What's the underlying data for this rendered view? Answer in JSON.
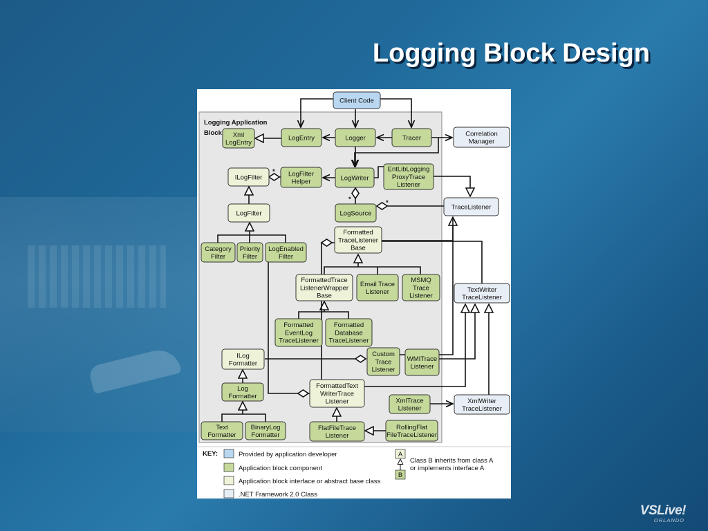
{
  "slide": {
    "title": "Logging Block Design"
  },
  "brand": {
    "logo": "VSLive!",
    "city": "ORLANDO"
  },
  "diagram": {
    "container_label": [
      "Logging Application",
      "Block"
    ],
    "colors": {
      "developer": "#b9d7f0",
      "component": "#c5d99b",
      "interface": "#eef2d8",
      "framework": "#e8eef5",
      "container": "#e7e7e7"
    },
    "nodes": {
      "client_code": [
        "Client Code"
      ],
      "xml_log_entry": [
        "Xml",
        "LogEntry"
      ],
      "log_entry": [
        "LogEntry"
      ],
      "logger": [
        "Logger"
      ],
      "tracer": [
        "Tracer"
      ],
      "correlation_manager": [
        "Correlation",
        "Manager"
      ],
      "ilog_filter": [
        "ILogFilter"
      ],
      "log_filter_helper": [
        "LogFilter",
        "Helper"
      ],
      "log_writer": [
        "LogWriter"
      ],
      "entlib_proxy": [
        "EntLibLogging",
        "ProxyTrace",
        "Listener"
      ],
      "log_filter": [
        "LogFilter"
      ],
      "log_source": [
        "LogSource"
      ],
      "trace_listener": [
        "TraceListener"
      ],
      "category_filter": [
        "Category",
        "Filter"
      ],
      "priority_filter": [
        "Priority",
        "Filter"
      ],
      "log_enabled_filter": [
        "LogEnabled",
        "Filter"
      ],
      "formatted_tl_base": [
        "Formatted",
        "TraceListener",
        "Base"
      ],
      "formatted_wrapper_base": [
        "FormattedTrace",
        "ListenerWrapper",
        "Base"
      ],
      "email_tl": [
        "Email Trace",
        "Listener"
      ],
      "msmq_tl": [
        "MSMQ",
        "Trace",
        "Listener"
      ],
      "textwriter_tl": [
        "TextWriter",
        "TraceListener"
      ],
      "eventlog_tl": [
        "Formatted",
        "EventLog",
        "TraceListener"
      ],
      "database_tl": [
        "Formatted",
        "Database",
        "TraceListener"
      ],
      "ilog_formatter": [
        "ILog",
        "Formatter"
      ],
      "custom_tl": [
        "Custom",
        "Trace",
        "Listener"
      ],
      "wmi_tl": [
        "WMITrace",
        "Listener"
      ],
      "log_formatter": [
        "Log",
        "Formatter"
      ],
      "formatted_textwriter_tl": [
        "FormattedText",
        "WriterTrace",
        "Listener"
      ],
      "xml_tl": [
        "XmlTrace",
        "Listener"
      ],
      "xmlwriter_tl": [
        "XmlWriter",
        "TraceListener"
      ],
      "text_formatter": [
        "Text",
        "Formatter"
      ],
      "binary_formatter": [
        "BinaryLog",
        "Formatter"
      ],
      "flatfile_tl": [
        "FlatFileTrace",
        "Listener"
      ],
      "rollingflat_tl": [
        "RollingFlat",
        "FileTraceListener"
      ]
    },
    "multiplicity": "*",
    "key": {
      "heading": "KEY:",
      "items": [
        "Provided by application developer",
        "Application block component",
        "Application block interface or abstract base class",
        ".NET Framework 2.0 Class"
      ],
      "inherit_a": "A",
      "inherit_b": "B",
      "inherit_text": [
        "Class B inherits from class A",
        "or implements interface A"
      ]
    }
  }
}
